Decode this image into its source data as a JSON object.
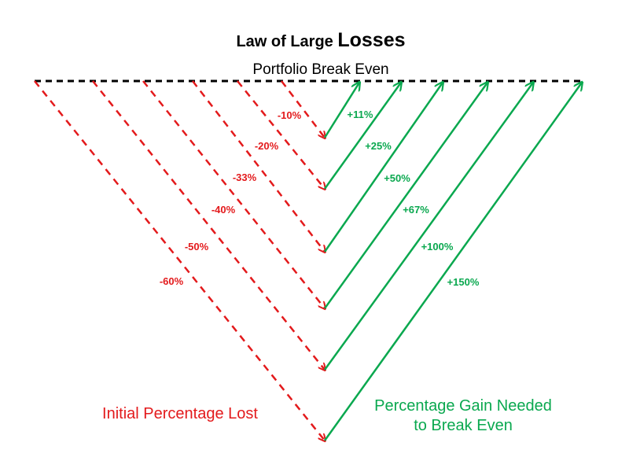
{
  "title": {
    "prefix": "Law of Large ",
    "emphasis": "Losses"
  },
  "subtitle": "Portfolio Break Even",
  "colors": {
    "loss": "#e31a1c",
    "gain": "#0aa84f",
    "baseline": "#000000"
  },
  "losses": [
    {
      "label": "-10%",
      "loss_pct": 10,
      "gain_pct": 11
    },
    {
      "label": "-20%",
      "loss_pct": 20,
      "gain_pct": 25
    },
    {
      "label": "-33%",
      "loss_pct": 33,
      "gain_pct": 50
    },
    {
      "label": "-40%",
      "loss_pct": 40,
      "gain_pct": 67
    },
    {
      "label": "-50%",
      "loss_pct": 50,
      "gain_pct": 100
    },
    {
      "label": "-60%",
      "loss_pct": 60,
      "gain_pct": 150
    }
  ],
  "gains": [
    {
      "label": "+11%"
    },
    {
      "label": "+25%"
    },
    {
      "label": "+50%"
    },
    {
      "label": "+67%"
    },
    {
      "label": "+100%"
    },
    {
      "label": "+150%"
    }
  ],
  "captions": {
    "left": "Initial Percentage Lost",
    "right_line1": "Percentage Gain Needed",
    "right_line2": "to Break Even"
  }
}
